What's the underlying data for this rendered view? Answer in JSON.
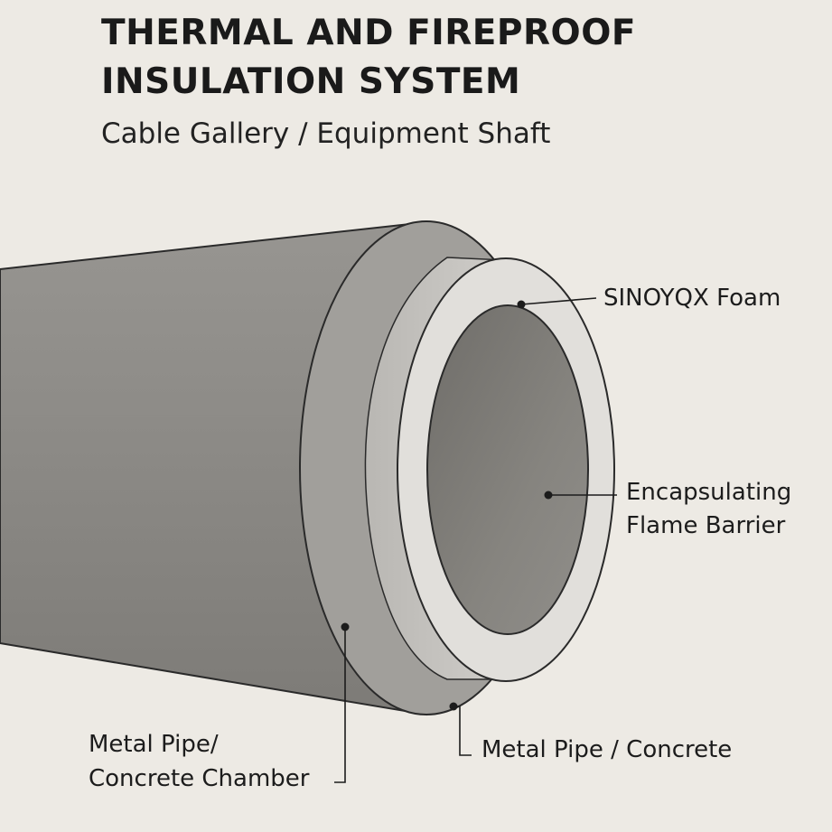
{
  "title_line1": "THERMAL AND FIREPROOF",
  "title_line2": "INSULATION SYSTEM",
  "subtitle": "Cable Gallery / Equipment Shaft",
  "labels": {
    "foam": "SINOYQX Foam",
    "barrier_line1": "Encapsulating",
    "barrier_line2": "Flame Barrier",
    "chamber_line1": "Metal Pipe/",
    "chamber_line2": "Concrete Chamber",
    "pipe": "Metal Pipe / Concrete"
  },
  "colors": {
    "background": "#edeae4",
    "pipe_body": "#8e8c88",
    "outer_ring": "#a3a19d",
    "foam_layer": "#c9c7c3",
    "barrier_ring": "#e2e0dc",
    "bore": "#807e7a",
    "ink": "#1c1c1c"
  }
}
